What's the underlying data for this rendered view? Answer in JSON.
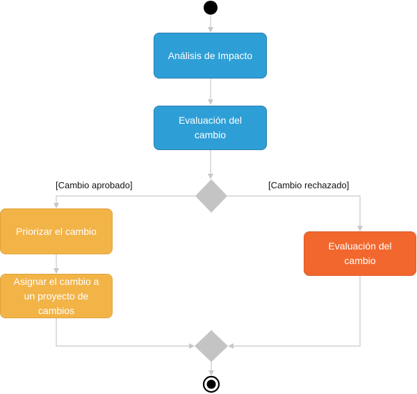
{
  "nodes": {
    "impact_analysis": "Análisis de Impacto",
    "change_evaluation": "Evaluación del\ncambio",
    "prioritize": "Priorizar el cambio",
    "assign": "Asignar el cambio a\nun proyecto de\ncambios",
    "rejected_evaluation": "Evaluación del\ncambio"
  },
  "guards": {
    "approved": "[Cambio aprobado]",
    "rejected": "[Cambio rechazado]"
  },
  "colors": {
    "process_blue": "#2e9fd6",
    "approved_amber": "#f2b347",
    "rejected_orange": "#f2672d",
    "decision_gray": "#c4c4c4",
    "connector_gray": "#c8c8c8"
  }
}
